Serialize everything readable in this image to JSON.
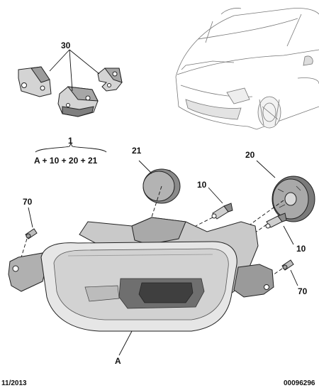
{
  "callouts": {
    "bracket_set": "30",
    "kit": "1",
    "kit_formula": "A + 10 + 20 + 21",
    "cover_left": "21",
    "cover_right": "20",
    "bulb_left": "10",
    "bulb_right": "10",
    "screw_left": "70",
    "screw_right": "70",
    "headlamp": "A"
  },
  "footer": {
    "date": "11/2013",
    "reference": "00096296"
  },
  "colors": {
    "line": "#111111",
    "part_fill_light": "#d9d9d9",
    "part_fill_mid": "#b3b3b3",
    "part_fill_dark": "#7d7d7d"
  }
}
